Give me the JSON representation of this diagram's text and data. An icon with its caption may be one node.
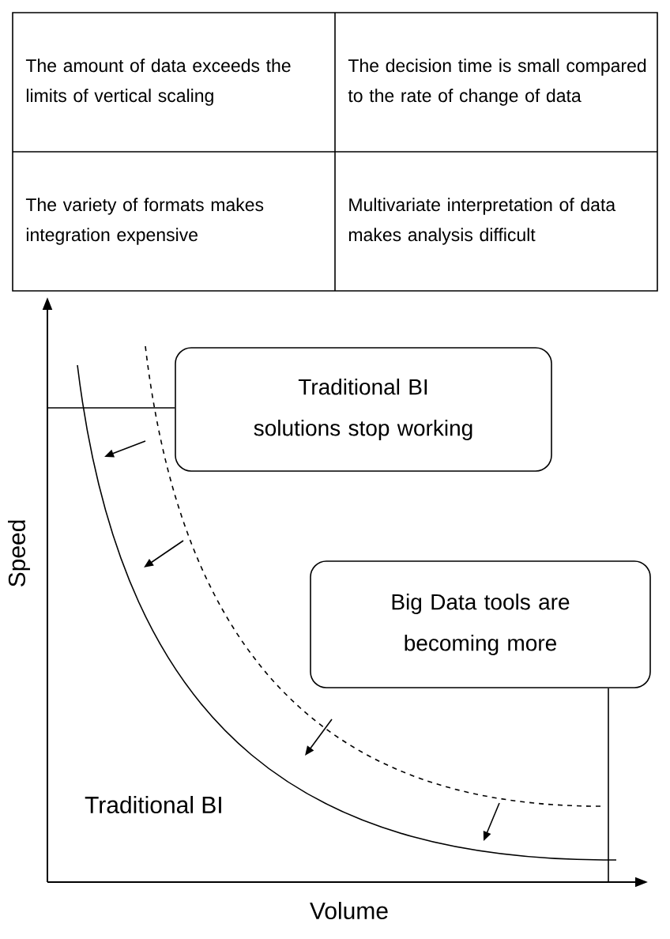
{
  "diagram": {
    "nodes": [
      {
        "text": [
          "Traditional BI solutions stop working"
        ]
      },
      {
        "text": [
          "Big Data tools are becoming more"
        ]
      }
    ],
    "edges": [
      {
        "from": 0,
        "to": null,
        "arrow": "none"
      },
      {
        "from": 1,
        "to": null,
        "arrow": "none"
      }
    ],
    "labels": [
      "The amount of data exceeds the limits of vertical scaling",
      "The decision time is small compared to the rate of change of data",
      "The variety of formats makes integration expensive",
      "Multivariate interpretation of data makes analysis difficult",
      "Speed",
      "Traditional BI",
      "Volume"
    ]
  }
}
